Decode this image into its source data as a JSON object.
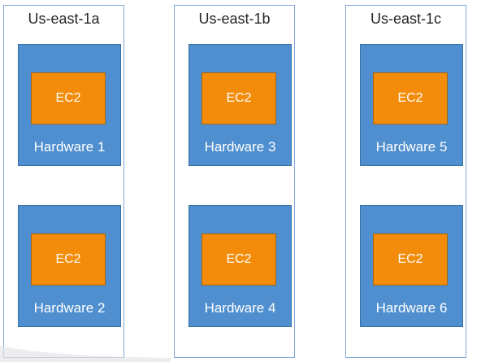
{
  "zones": [
    {
      "title": "Us-east-1a",
      "hardware": [
        {
          "label": "Hardware 1",
          "instance": "EC2"
        },
        {
          "label": "Hardware 2",
          "instance": "EC2"
        }
      ]
    },
    {
      "title": "Us-east-1b",
      "hardware": [
        {
          "label": "Hardware 3",
          "instance": "EC2"
        },
        {
          "label": "Hardware 4",
          "instance": "EC2"
        }
      ]
    },
    {
      "title": "Us-east-1c",
      "hardware": [
        {
          "label": "Hardware 5",
          "instance": "EC2"
        },
        {
          "label": "Hardware 6",
          "instance": "EC2"
        }
      ]
    }
  ],
  "colors": {
    "zone_border": "#7fa6d6",
    "hardware_fill": "#4f8fcf",
    "ec2_fill": "#f28c0a",
    "text_light": "#ffffff",
    "text_dark": "#262626"
  }
}
